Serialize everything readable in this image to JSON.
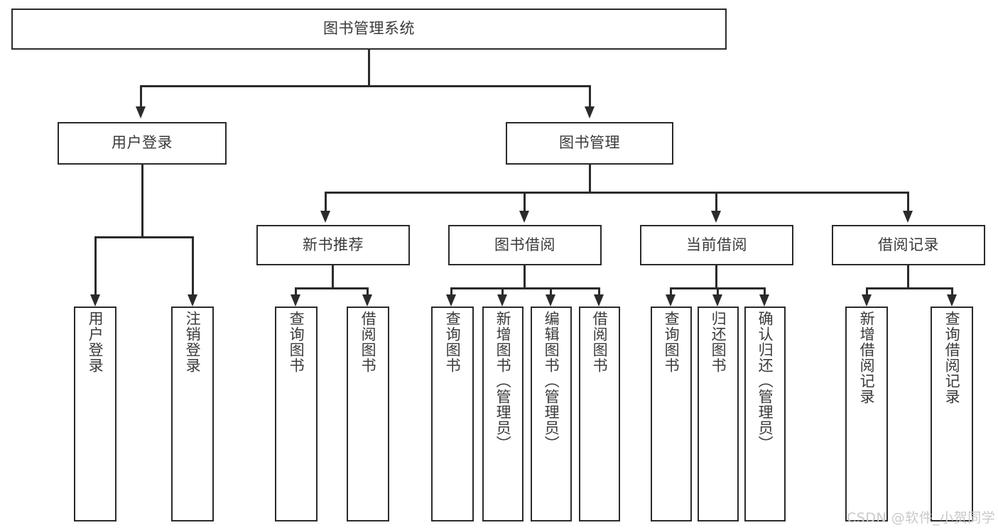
{
  "diagram": {
    "type": "tree-hierarchy-diagram",
    "title": "图书管理系统",
    "root": {
      "label": "图书管理系统"
    },
    "level1": [
      {
        "label": "用户登录"
      },
      {
        "label": "图书管理"
      }
    ],
    "level2": [
      {
        "label": "新书推荐"
      },
      {
        "label": "图书借阅"
      },
      {
        "label": "当前借阅"
      },
      {
        "label": "借阅记录"
      }
    ],
    "leaves": {
      "user_login": [
        {
          "label": "用户登录"
        },
        {
          "label": "注销登录"
        }
      ],
      "new_book_recommend": [
        {
          "label": "查询图书"
        },
        {
          "label": "借阅图书"
        }
      ],
      "book_borrow": [
        {
          "label": "查询图书"
        },
        {
          "label": "新增图书（管理员）"
        },
        {
          "label": "编辑图书（管理员）"
        },
        {
          "label": "借阅图书"
        }
      ],
      "current_borrow": [
        {
          "label": "查询图书"
        },
        {
          "label": "归还图书"
        },
        {
          "label": "确认归还（管理员）"
        }
      ],
      "borrow_record": [
        {
          "label": "新增借阅记录"
        },
        {
          "label": "查询借阅记录"
        }
      ]
    }
  },
  "watermark": {
    "text": "CSDN @软件_小贺同学"
  },
  "colors": {
    "stroke": "#2b2b2b",
    "text": "#3a3a3a",
    "background": "#ffffff",
    "watermark": "#c9c9c9"
  }
}
